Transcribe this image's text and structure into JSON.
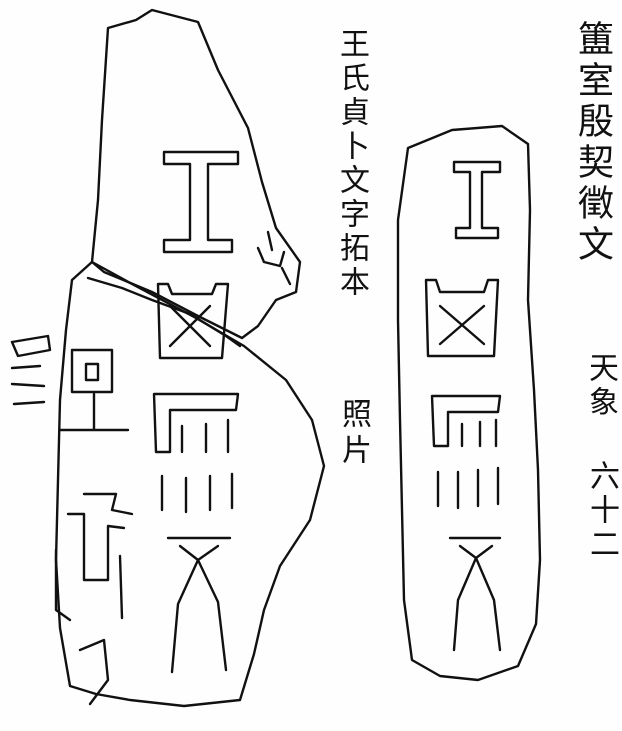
{
  "page": {
    "title": "簠室殷契徵文",
    "section": "天象",
    "number": "六十二",
    "source_caption": "王氏貞卜文字拓本",
    "photo_caption": "照片"
  },
  "colors": {
    "ink": "#111111",
    "paper": "#fefefe"
  }
}
